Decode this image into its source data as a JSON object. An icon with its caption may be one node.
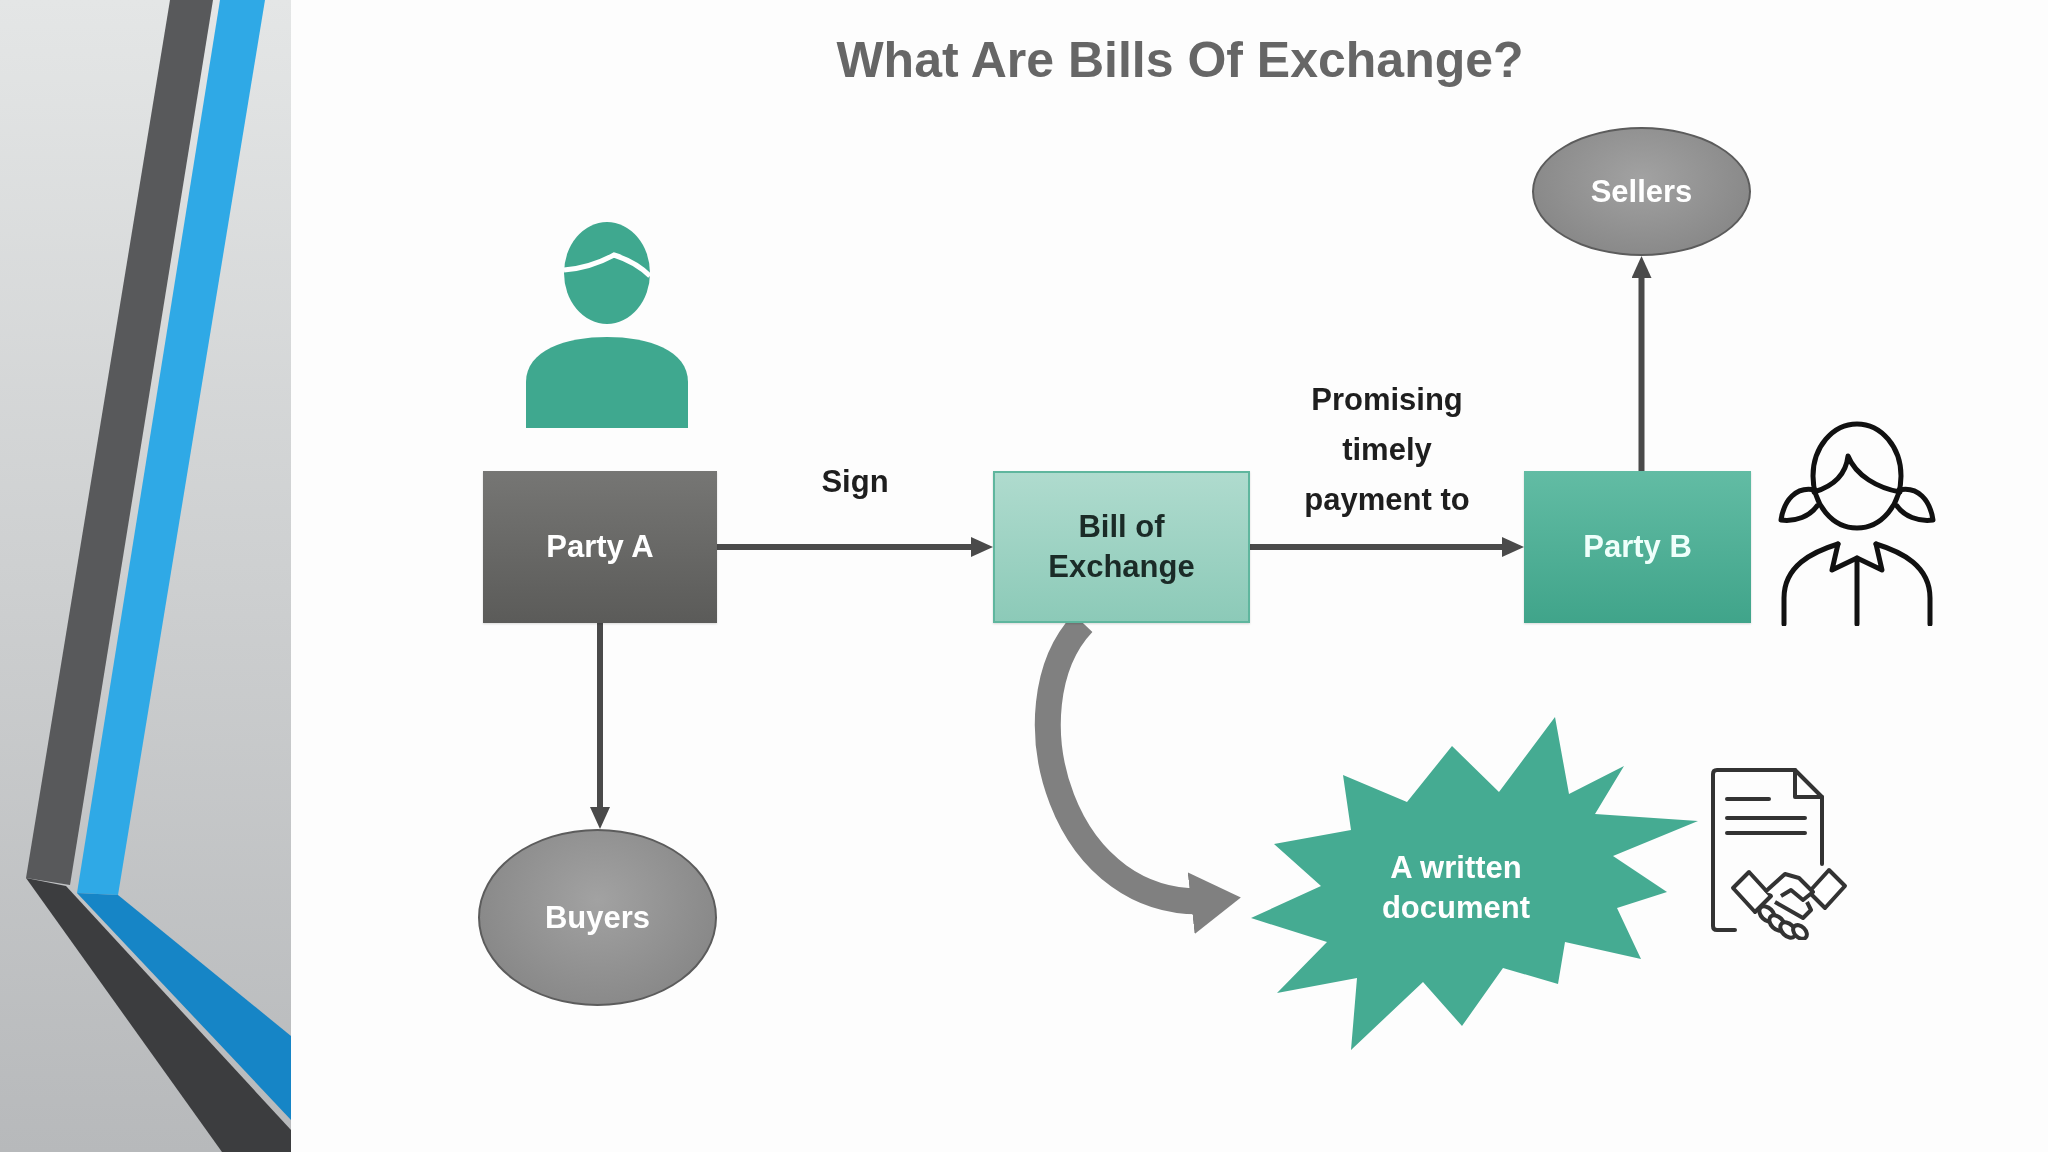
{
  "diagram": {
    "title": "What Are Bills Of Exchange?",
    "nodes": [
      {
        "text": [
          "Party A"
        ]
      },
      {
        "text": [
          "Bill of Exchange"
        ]
      },
      {
        "text": [
          "Party B"
        ]
      },
      {
        "text": [
          "Sellers"
        ]
      },
      {
        "text": [
          "Buyers"
        ]
      },
      {
        "text": [
          "A written document"
        ]
      }
    ],
    "edges": [
      {
        "from": 0,
        "to": 1,
        "arrow": "to",
        "label": "Sign"
      },
      {
        "from": 1,
        "to": 2,
        "arrow": "to",
        "label": "Promising timely payment to"
      },
      {
        "from": 2,
        "to": 3,
        "arrow": "to"
      },
      {
        "from": 0,
        "to": 4,
        "arrow": "to"
      },
      {
        "from": 1,
        "to": 5,
        "arrow": "to",
        "style": "thick",
        "color": "#808080"
      }
    ]
  }
}
